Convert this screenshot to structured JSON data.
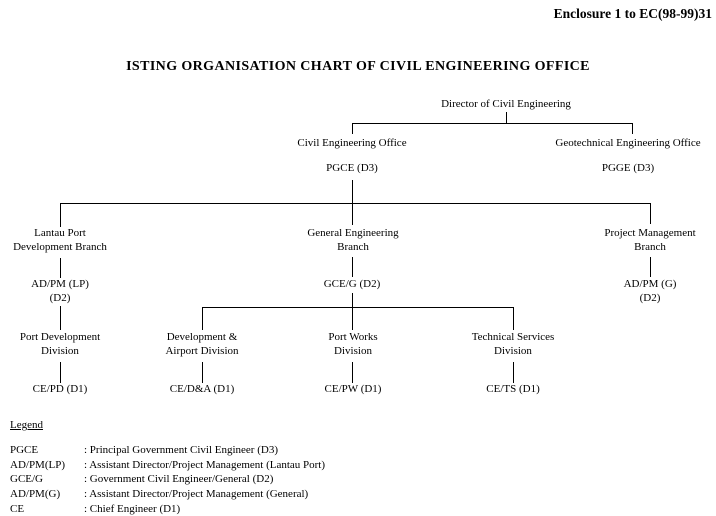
{
  "page": {
    "enclosure_ref": "Enclosure 1 to EC(98-99)31",
    "title": "ISTING ORGANISATION CHART OF CIVIL ENGINEERING OFFICE"
  },
  "chart": {
    "director": "Director of Civil Engineering",
    "offices": [
      {
        "name": "Civil Engineering Office",
        "post": "PGCE (D3)"
      },
      {
        "name": "Geotechnical Engineering Office",
        "post": "PGGE (D3)"
      }
    ],
    "branches": [
      {
        "lines": [
          "Lantau Port",
          "Development Branch"
        ],
        "post_lines": [
          "AD/PM (LP)",
          "(D2)"
        ]
      },
      {
        "lines": [
          "General Engineering",
          "Branch"
        ],
        "post_lines": [
          "GCE/G (D2)"
        ]
      },
      {
        "lines": [
          "Project Management",
          "Branch"
        ],
        "post_lines": [
          "AD/PM (G)",
          "(D2)"
        ]
      }
    ],
    "divisions": [
      {
        "lines": [
          "Port Development",
          "Division"
        ],
        "post": "CE/PD (D1)"
      },
      {
        "lines": [
          "Development &",
          "Airport Division"
        ],
        "post": "CE/D&A (D1)"
      },
      {
        "lines": [
          "Port Works",
          "Division"
        ],
        "post": "CE/PW (D1)"
      },
      {
        "lines": [
          "Technical Services",
          "Division"
        ],
        "post": "CE/TS (D1)"
      }
    ]
  },
  "legend": {
    "heading": "Legend",
    "entries": [
      {
        "abbr": "PGCE",
        "definition": ": Principal Government Civil Engineer (D3)"
      },
      {
        "abbr": "AD/PM(LP)",
        "definition": ": Assistant Director/Project Management (Lantau Port)"
      },
      {
        "abbr": "GCE/G",
        "definition": ": Government Civil Engineer/General (D2)"
      },
      {
        "abbr": "AD/PM(G)",
        "definition": ": Assistant Director/Project Management (General)"
      },
      {
        "abbr": "CE",
        "definition": ": Chief Engineer (D1)"
      }
    ]
  }
}
